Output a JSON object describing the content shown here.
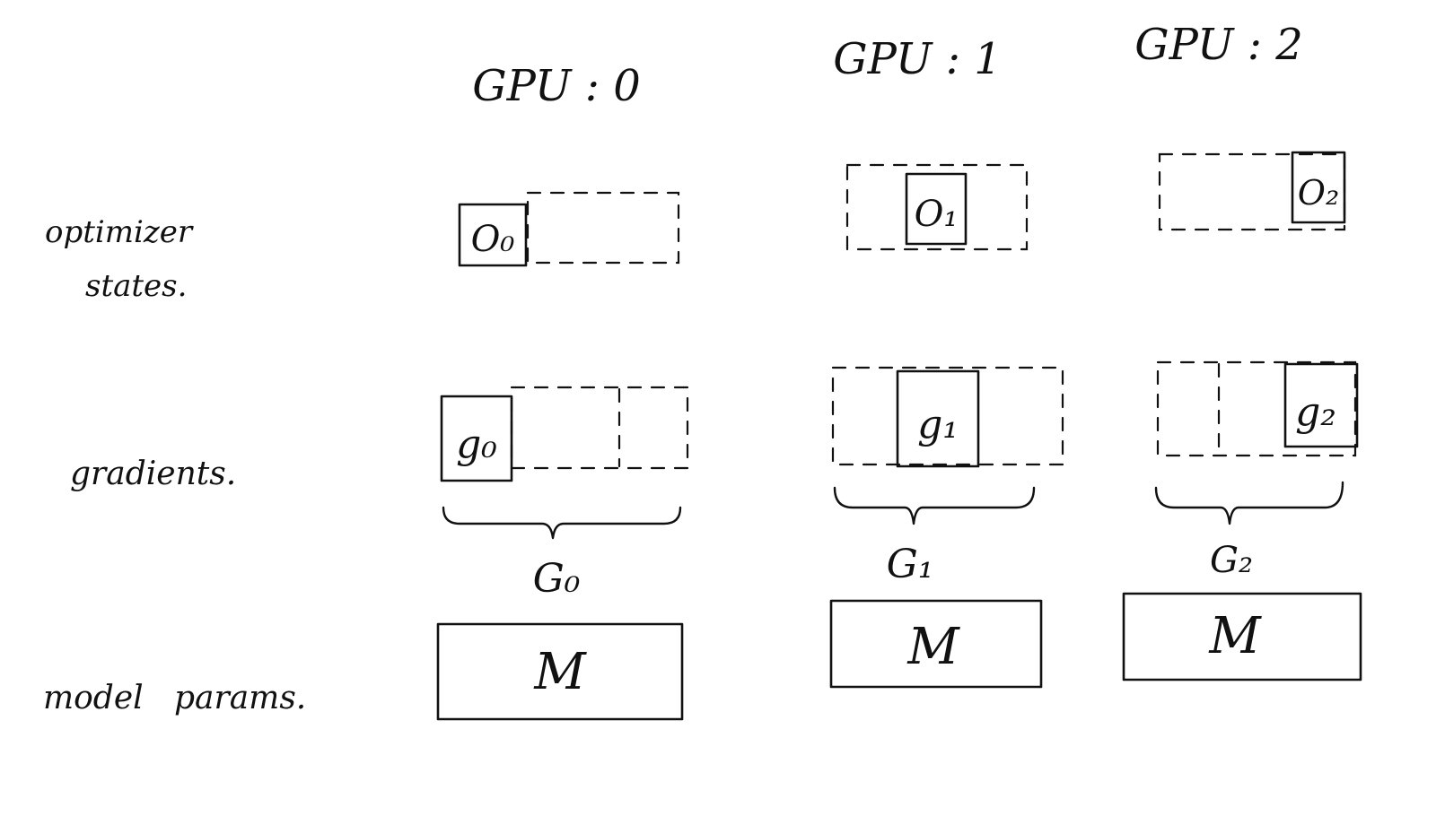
{
  "row_labels": {
    "optimizer": [
      "optimizer",
      "states."
    ],
    "gradients": "gradients.",
    "params": "model   params."
  },
  "gpus": [
    {
      "header": "GPU : 0",
      "optimizer_shard": "O₀",
      "gradient_shard": "g₀",
      "group_label": "G₀",
      "model_label": "M"
    },
    {
      "header": "GPU : 1",
      "optimizer_shard": "O₁",
      "gradient_shard": "g₁",
      "group_label": "G₁",
      "model_label": "M"
    },
    {
      "header": "GPU : 2",
      "optimizer_shard": "O₂",
      "gradient_shard": "g₂",
      "group_label": "G₂",
      "model_label": "M"
    }
  ]
}
